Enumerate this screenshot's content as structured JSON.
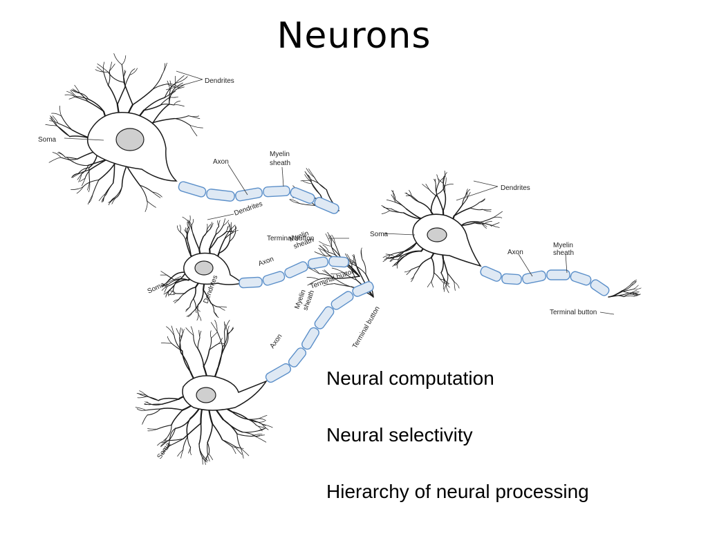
{
  "slide": {
    "title": "Neurons"
  },
  "labels": {
    "dendrites": "Dendrites",
    "soma": "Soma",
    "axon": "Axon",
    "myelin_line1": "Myelin",
    "myelin_line2": "sheath",
    "terminal_button": "Terminal button"
  },
  "bullets": [
    "Neural computation",
    "Neural selectivity",
    "Hierarchy of neural processing"
  ],
  "colors": {
    "myelin": "#5b8fc9",
    "myelin_fill": "#dfe9f4",
    "ink": "#1a1a1a"
  }
}
